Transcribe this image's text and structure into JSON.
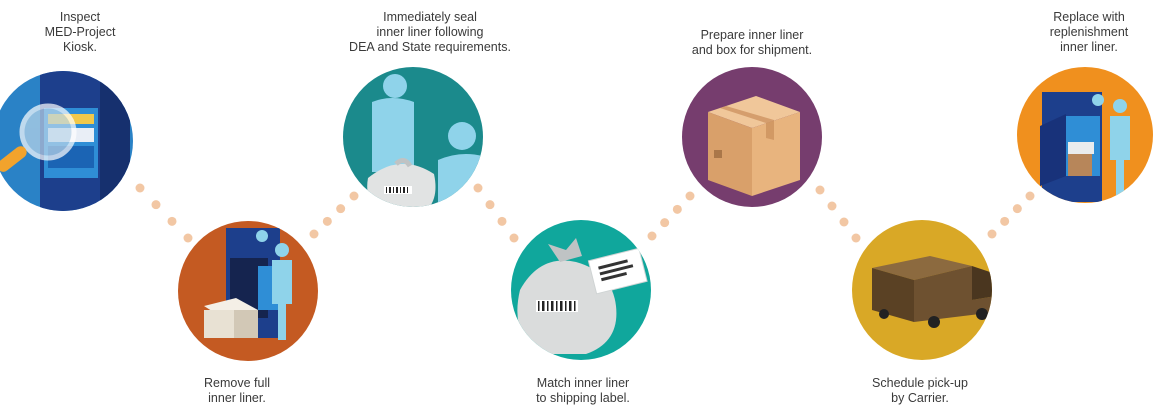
{
  "steps": [
    {
      "id": "inspect",
      "lines": [
        "Inspect",
        "MED-Project",
        "Kiosk."
      ],
      "circle_color": "#2a82c6",
      "icon": "magnifier-kiosk-icon"
    },
    {
      "id": "remove",
      "lines": [
        "Remove full",
        "inner liner."
      ],
      "circle_color": "#c45a22",
      "icon": "worker-kiosk-box-icon"
    },
    {
      "id": "seal",
      "lines": [
        "Immediately seal",
        "inner liner following",
        "DEA and State requirements."
      ],
      "circle_color": "#1b8a8c",
      "icon": "workers-sealing-bag-icon"
    },
    {
      "id": "match",
      "lines": [
        "Match inner liner",
        "to shipping label."
      ],
      "circle_color": "#10a79c",
      "icon": "bag-label-icon"
    },
    {
      "id": "prepare",
      "lines": [
        "Prepare inner liner",
        "and box for shipment."
      ],
      "circle_color": "#763d6e",
      "icon": "cardboard-box-icon"
    },
    {
      "id": "schedule",
      "lines": [
        "Schedule pick-up",
        "by Carrier."
      ],
      "circle_color": "#d9a826",
      "icon": "delivery-truck-icon"
    },
    {
      "id": "replace",
      "lines": [
        "Replace with",
        "replenishment",
        "inner liner."
      ],
      "circle_color": "#f0901e",
      "icon": "worker-kiosk-liner-icon"
    }
  ],
  "colors": {
    "connector_dots": "#f2c7a4",
    "text": "#3a3a3a"
  }
}
